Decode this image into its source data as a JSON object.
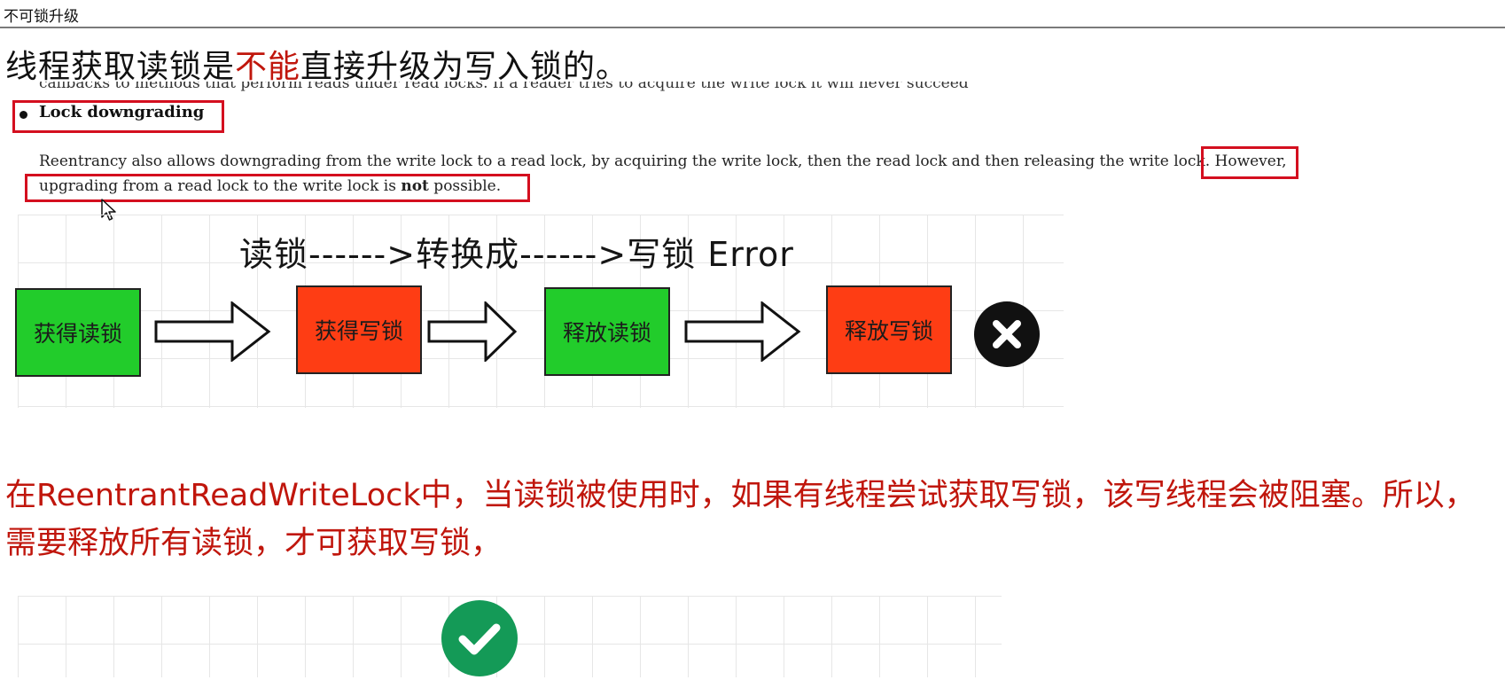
{
  "titlebar": {
    "title": "不可锁升级"
  },
  "heading": {
    "prefix": "线程获取读锁是",
    "emphasis": "不能",
    "suffix": "直接升级为写入锁的。"
  },
  "doc": {
    "cut_line": "callbacks to methods that perform reads under read locks. If a reader tries to acquire the write lock it will never succeed.",
    "bullet_label": "Lock downgrading",
    "para1": "Reentrancy also allows downgrading from the write lock to a read lock, by acquiring the write lock, then the read lock and then releasing the write lock. However,",
    "para2_a": "upgrading from a read lock to the write lock is ",
    "para2_bold": "not",
    "para2_b": " possible."
  },
  "diagram": {
    "title": "读锁------>转换成------>写锁 Error",
    "steps": [
      {
        "label": "获得读锁",
        "color": "#22cc2b"
      },
      {
        "label": "获得写锁",
        "color": "#fe3d14"
      },
      {
        "label": "释放读锁",
        "color": "#22cc2b"
      },
      {
        "label": "释放写锁",
        "color": "#fe3d14"
      }
    ],
    "result_icon": "x-circle-icon"
  },
  "conclusion": {
    "text": "在ReentrantReadWriteLock中，当读锁被使用时，如果有线程尝试获取写锁，该写线程会被阻塞。所以，需要释放所有读锁，才可获取写锁，"
  },
  "bottom": {
    "icon": "check-circle-icon"
  },
  "colors": {
    "emphasis_red": "#c0160c",
    "box_red": "#d40f1f",
    "step_green": "#22cc2b",
    "step_red": "#fe3d14",
    "check_green": "#149a57"
  }
}
